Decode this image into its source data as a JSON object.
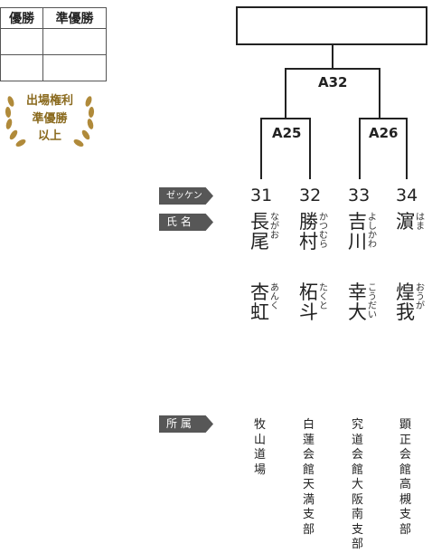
{
  "result_table": {
    "headers": [
      "優勝",
      "準優勝"
    ]
  },
  "badge": {
    "lines": [
      "出場権利",
      "準優勝",
      "以上"
    ]
  },
  "bracket": {
    "labels": [
      "A32",
      "A25",
      "A26"
    ]
  },
  "row_labels": {
    "bib": "ゼッケン",
    "name": "氏 名",
    "affiliation": "所 属"
  },
  "competitors": [
    {
      "number": "31",
      "family": "長尾",
      "family_ruby": "ながお",
      "given": "杏虹",
      "given_ruby": "あんく",
      "affiliation": "牧山道場"
    },
    {
      "number": "32",
      "family": "勝村",
      "family_ruby": "かつむら",
      "given": "柘斗",
      "given_ruby": "たくと",
      "affiliation": "白蓮会館天満支部"
    },
    {
      "number": "33",
      "family": "吉川",
      "family_ruby": "よしかわ",
      "given": "幸大",
      "given_ruby": "こうだい",
      "affiliation": "究道会館大阪南支部"
    },
    {
      "number": "34",
      "family": "濵",
      "family_ruby": "はま",
      "given": "煌我",
      "given_ruby": "おうが",
      "affiliation": "顕正会館高槻支部"
    }
  ],
  "colors": {
    "line": "#222222",
    "tag_bg": "#575757",
    "badge_gold": "#8a6a1e"
  }
}
